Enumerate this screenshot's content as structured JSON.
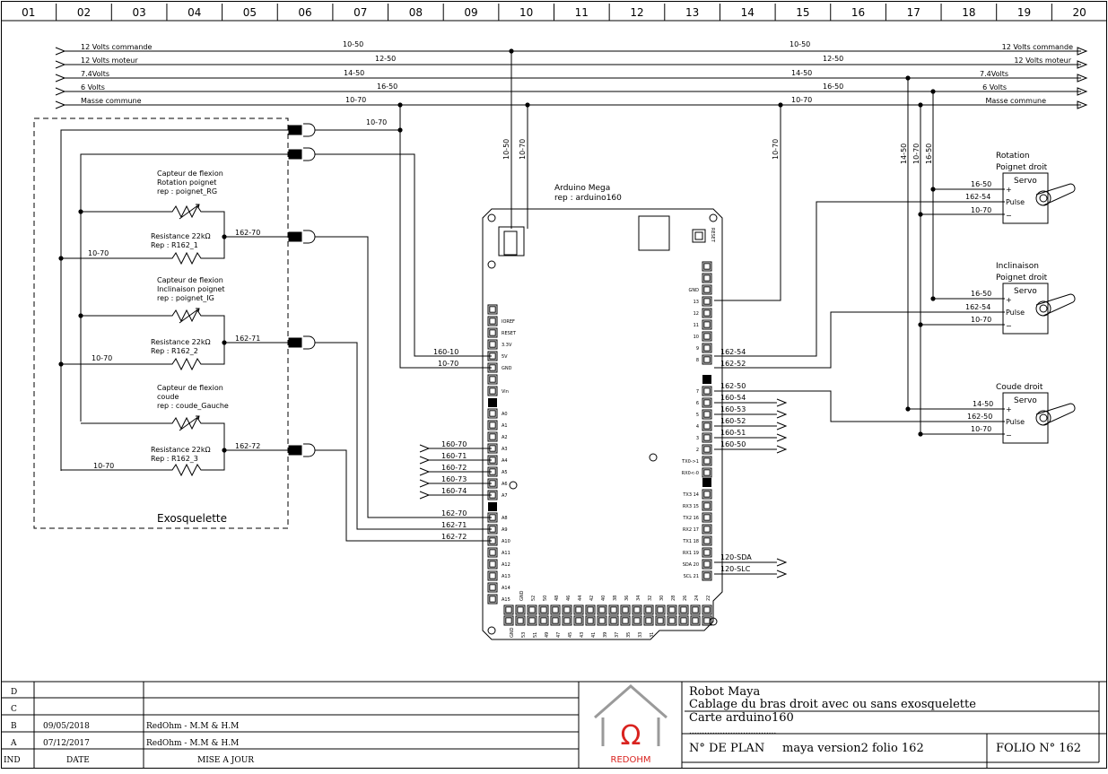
{
  "columns": [
    "01",
    "02",
    "03",
    "04",
    "05",
    "06",
    "07",
    "08",
    "09",
    "10",
    "11",
    "12",
    "13",
    "14",
    "15",
    "16",
    "17",
    "18",
    "19",
    "20"
  ],
  "rails": [
    {
      "left": "12 Volts commande",
      "mid1": "10-50",
      "mid2": "10-50",
      "right": "12 Volts commande"
    },
    {
      "left": "12 Volts moteur",
      "mid1": "12-50",
      "mid2": "12-50",
      "right": "12 Volts moteur"
    },
    {
      "left": "7.4Volts",
      "mid1": "14-50",
      "mid2": "14-50",
      "right": "7.4Volts"
    },
    {
      "left": "6 Volts",
      "mid1": "16-50",
      "mid2": "16-50",
      "right": "6 Volts"
    },
    {
      "left": "Masse commune",
      "mid1": "10-70",
      "mid2": "10-70",
      "right": "Masse commune"
    }
  ],
  "exo": {
    "title": "Exosquelette",
    "top_wire": "10-70",
    "sensors": [
      {
        "line1": "Capteur de flexion",
        "line2": "Rotation poignet",
        "line3": "rep : poignet_RG"
      },
      {
        "line1": "Capteur de flexion",
        "line2": "Inclinaison poignet",
        "line3": "rep : poignet_IG"
      },
      {
        "line1": "Capteur de flexion",
        "line2": "coude",
        "line3": "rep : coude_Gauche"
      }
    ],
    "resistors": [
      {
        "line1": "Resistance 22kΩ",
        "line2": "Rep : R162_1",
        "wire": "162-70",
        "gnd": "10-70"
      },
      {
        "line1": "Resistance 22kΩ",
        "line2": "Rep : R162_2",
        "wire": "162-71",
        "gnd": "10-70"
      },
      {
        "line1": "Resistance 22kΩ",
        "line2": "Rep : R162_3",
        "wire": "162-72",
        "gnd": "10-70"
      }
    ]
  },
  "arduino": {
    "title": "Arduino Mega",
    "rep": "rep : arduino160",
    "reset_label": "RESET",
    "vert1": "10-50",
    "vert2": "10-70",
    "vert3": "10-70",
    "left_power_pins": [
      "IOREF",
      "RESET",
      "3.3V",
      "5V",
      "GND",
      "",
      "Vin"
    ],
    "analog_pins": [
      "A0",
      "A1",
      "A2",
      "A3",
      "A4",
      "A5",
      "A6",
      "A7"
    ],
    "analog_pins2": [
      "A8",
      "A9",
      "A10",
      "A11",
      "A12",
      "A13",
      "A14",
      "A15"
    ],
    "power_wires": [
      "160-10",
      "10-70"
    ],
    "analog_in": [
      "160-70",
      "160-71",
      "160-72",
      "160-73",
      "160-74"
    ],
    "analog_in2": [
      "162-70",
      "162-71",
      "162-72"
    ],
    "right_pins": [
      "",
      "GND",
      "13",
      "12",
      "11",
      "10",
      "9",
      "8"
    ],
    "right_pins2": [
      "7",
      "6",
      "5",
      "4",
      "3",
      "2",
      "TX0->1",
      "RX0<-0"
    ],
    "right_pins3": [
      "TX3 14",
      "RX3 15",
      "TX2 16",
      "RX2 17",
      "TX1 18",
      "RX1 19",
      "SDA 20",
      "SCL 21"
    ],
    "pwm_wires": [
      "162-54",
      "162-52"
    ],
    "d_wires": [
      "162-50",
      "160-54",
      "160-53",
      "160-52",
      "160-51",
      "160-50"
    ],
    "i2c_wires": [
      "120-SDA",
      "120-SLC"
    ],
    "bottom_pins": [
      "22",
      "24",
      "26",
      "28",
      "30",
      "32",
      "34",
      "36",
      "38",
      "40",
      "42",
      "44",
      "46",
      "48",
      "50",
      "52",
      "GND"
    ],
    "bottom_pins2": [
      "31",
      "33",
      "35",
      "37",
      "39",
      "41",
      "43",
      "45",
      "47",
      "49",
      "51",
      "53",
      "GND"
    ]
  },
  "servos": [
    {
      "title1": "Rotation",
      "title2": "Poignet droit",
      "box": "Servo",
      "plus": "+",
      "pulse": "Pulse",
      "minus": "−",
      "w1": "16-50",
      "w2": "162-54",
      "w3": "10-70"
    },
    {
      "title1": "Inclinaison",
      "title2": "Poignet droit",
      "box": "Servo",
      "plus": "+",
      "pulse": "Pulse",
      "minus": "−",
      "w1": "16-50",
      "w2": "162-54",
      "w3": "10-70"
    },
    {
      "title1": "Coude droit",
      "title2": "",
      "box": "Servo",
      "plus": "+",
      "pulse": "Pulse",
      "minus": "−",
      "w1": "14-50",
      "w2": "162-50",
      "w3": "10-70"
    }
  ],
  "vertical_labels": [
    "14-50",
    "10-70",
    "16-50",
    "10-70"
  ],
  "revisions": [
    {
      "ind": "D",
      "date": "",
      "desc": ""
    },
    {
      "ind": "C",
      "date": "",
      "desc": ""
    },
    {
      "ind": "B",
      "date": "09/05/2018",
      "desc": "RedOhm - M.M & H.M"
    },
    {
      "ind": "A",
      "date": "07/12/2017",
      "desc": "RedOhm - M.M & H.M"
    }
  ],
  "rev_header": {
    "ind": "IND",
    "date": "DATE",
    "desc": "MISE A JOUR"
  },
  "logo_text": "REDOHM",
  "title_block": {
    "line1": "Robot Maya",
    "line2": "Cablage du bras droit avec ou sans exosquelette",
    "line3": "Carte arduino160",
    "dots": "..................................",
    "plan_label": "N° DE PLAN",
    "plan_value": "maya version2 folio 162",
    "folio": "FOLIO N° 162"
  },
  "colors": {
    "ink": "#000000",
    "logo": "#d9231f",
    "roof": "#9a9a9a"
  }
}
